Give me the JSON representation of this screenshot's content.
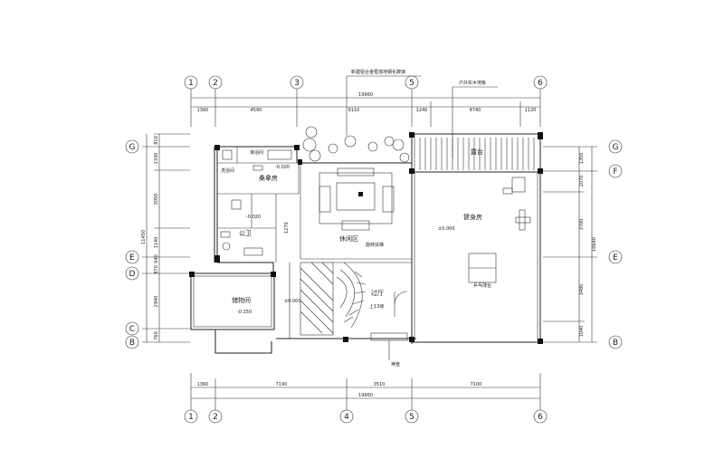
{
  "dims_top": {
    "total": "19960",
    "segments": [
      "1360",
      "4590",
      "6110",
      "1240",
      "4740",
      "1120"
    ]
  },
  "dims_bottom": {
    "total": "19960",
    "segments": [
      "1360",
      "7190",
      "3510",
      "7100"
    ]
  },
  "dims_left": {
    "total": "11450",
    "segments": [
      "810",
      "1330",
      "3050",
      "1140",
      "640",
      "870",
      "2940",
      "760"
    ]
  },
  "dims_right": {
    "total": "10640",
    "segments": [
      "1350",
      "1070",
      "3700",
      "3480",
      "1040"
    ]
  },
  "grid_top": [
    "1",
    "2",
    "3",
    "5",
    "6"
  ],
  "grid_bottom": [
    "1",
    "2",
    "4",
    "5",
    "6"
  ],
  "grid_left": [
    "G",
    "E",
    "D",
    "C",
    "B"
  ],
  "grid_right": [
    "G",
    "F",
    "E",
    "B"
  ],
  "annotations": {
    "window": "新建铝合金框落地钢化玻璃",
    "deck": "户外实木地板",
    "niche": "神龛"
  },
  "rooms": {
    "terrace": "露台",
    "sauna": "桑拿房",
    "shower": "淋浴间",
    "bath_sink": "洗浴间",
    "toilet": "公卫",
    "lounge": "休闲区",
    "gym": "健身房",
    "storage": "储物间",
    "hall": "过厅",
    "stairs_up": "上13级",
    "spiral": "旋转扶梯",
    "pingpong": "乒乓球台"
  },
  "levels": {
    "sauna": "-0.020",
    "toilet": "-0.020",
    "gym": "±0.000",
    "storage": "-0.150",
    "stair": "±0.000"
  },
  "misc": {
    "lounge_dim": "1270"
  }
}
